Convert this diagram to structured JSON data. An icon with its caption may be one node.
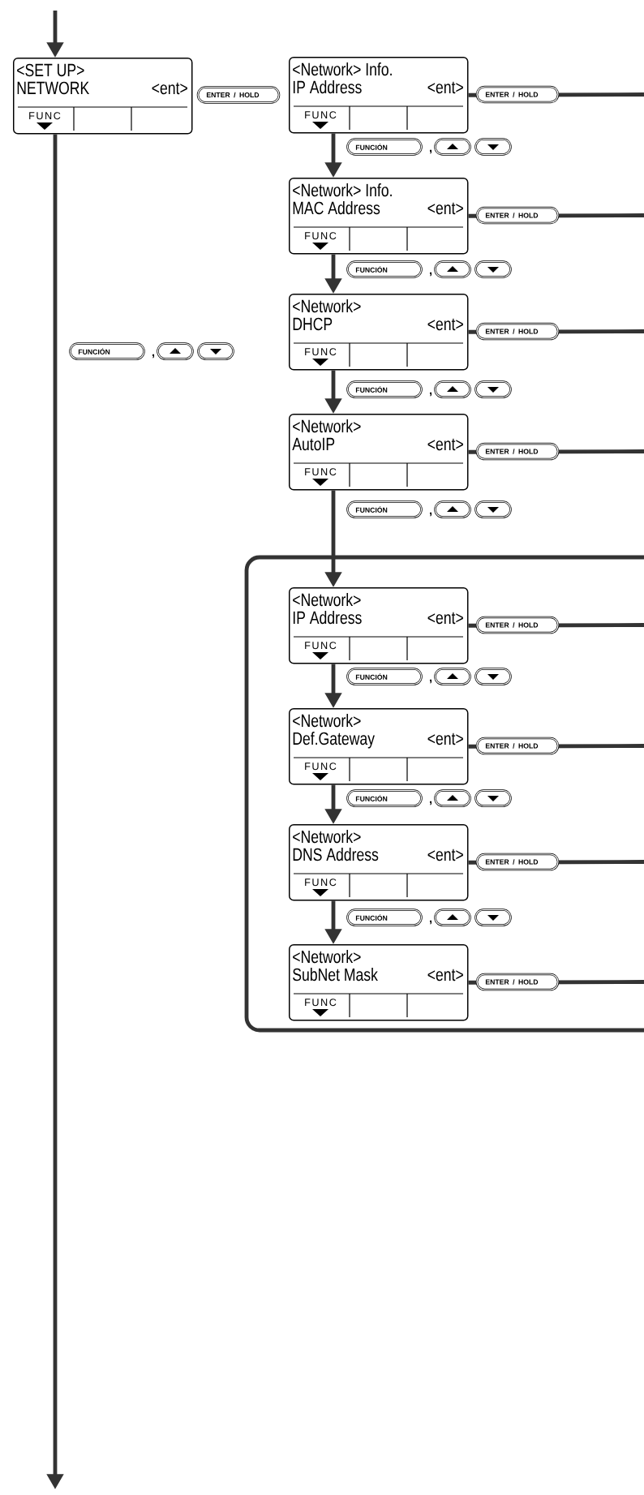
{
  "diagram": {
    "nodes": [
      {
        "text": [
          "<SET UP>",
          "NETWORK",
          "<ent>",
          "FUNC"
        ]
      },
      {
        "text": [
          "<Network> Info.",
          "IP Address",
          "<ent>",
          "FUNC"
        ]
      },
      {
        "text": [
          "<Network> Info.",
          "MAC Address",
          "<ent>",
          "FUNC"
        ]
      },
      {
        "text": [
          "<Network>",
          "DHCP",
          "<ent>",
          "FUNC"
        ]
      },
      {
        "text": [
          "<Network>",
          "AutoIP",
          "<ent>",
          "FUNC"
        ]
      },
      {
        "text": [],
        "shape": "box"
      },
      {
        "text": [
          "<Network>",
          "IP Address",
          "<ent>",
          "FUNC"
        ],
        "in": 5
      },
      {
        "text": [
          "<Network>",
          "Def.Gateway",
          "<ent>",
          "FUNC"
        ],
        "in": 5
      },
      {
        "text": [
          "<Network>",
          "DNS Address",
          "<ent>",
          "FUNC"
        ],
        "in": 5
      },
      {
        "text": [
          "<Network>",
          "SubNet Mask",
          "<ent>",
          "FUNC"
        ],
        "in": 5
      }
    ],
    "edges": [
      {
        "from": null,
        "to": 0,
        "arrow": "to"
      },
      {
        "from": 0,
        "to": null,
        "arrow": "to"
      },
      {
        "from": 1,
        "to": 2,
        "arrow": "to"
      },
      {
        "from": 2,
        "to": 3,
        "arrow": "to"
      },
      {
        "from": 3,
        "to": 4,
        "arrow": "to"
      },
      {
        "from": 4,
        "to": 6,
        "arrow": "to"
      },
      {
        "from": 6,
        "to": 7,
        "arrow": "to"
      },
      {
        "from": 7,
        "to": 8,
        "arrow": "to"
      },
      {
        "from": 8,
        "to": 9,
        "arrow": "to"
      },
      {
        "from": 1,
        "to": null,
        "arrow": "none",
        "label": "ENTER / HOLD"
      },
      {
        "from": 2,
        "to": null,
        "arrow": "none",
        "label": "ENTER / HOLD"
      },
      {
        "from": 3,
        "to": null,
        "arrow": "none",
        "label": "ENTER / HOLD"
      },
      {
        "from": 4,
        "to": null,
        "arrow": "none",
        "label": "ENTER / HOLD"
      },
      {
        "from": 6,
        "to": null,
        "arrow": "none",
        "label": "ENTER / HOLD"
      },
      {
        "from": 7,
        "to": null,
        "arrow": "none",
        "label": "ENTER / HOLD"
      },
      {
        "from": 8,
        "to": null,
        "arrow": "none",
        "label": "ENTER / HOLD"
      },
      {
        "from": 9,
        "to": null,
        "arrow": "none",
        "label": "ENTER / HOLD"
      }
    ],
    "labels": [
      "ENTER / HOLD",
      "FUNCIÓN",
      ",",
      "FUNCIÓN",
      ",",
      "FUNCIÓN",
      ",",
      "FUNCIÓN",
      ",",
      "FUNCIÓN",
      ",",
      "FUNCIÓN",
      ",",
      "FUNCIÓN",
      ",",
      "FUNCIÓN",
      ","
    ]
  }
}
